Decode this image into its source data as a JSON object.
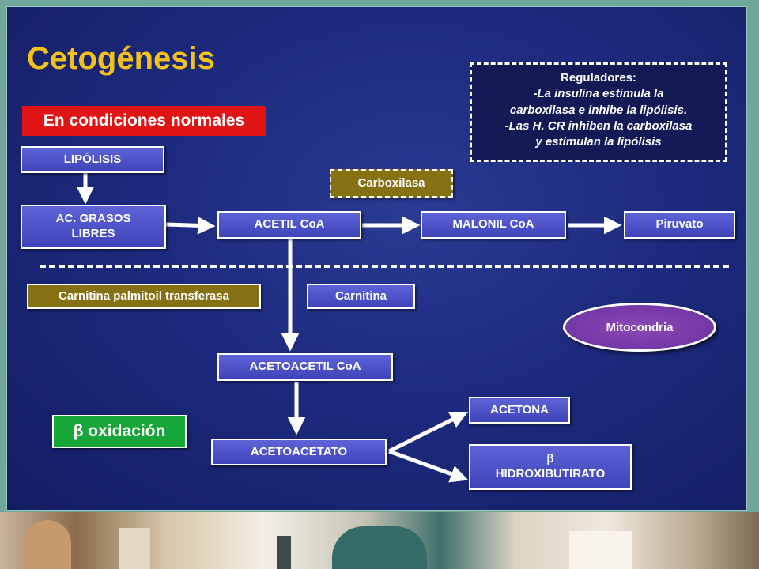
{
  "title": "Cetogénesis",
  "condition_label": "En condiciones normales",
  "regulators": {
    "heading": "Reguladores:",
    "line1": "-La insulina estimula la",
    "line2": "carboxilasa e inhibe la lipólisis.",
    "line3": "-Las H. CR inhiben la carboxilasa",
    "line4": "y estimulan la lipólisis"
  },
  "nodes": {
    "lipolisis": "LIPÓLISIS",
    "ac_grasos_1": "AC. GRASOS",
    "ac_grasos_2": "LIBRES",
    "acetil_coa": "ACETIL CoA",
    "malonil_coa": "MALONIL CoA",
    "piruvato": "Piruvato",
    "carboxilasa": "Carboxilasa",
    "cpt": "Carnitina palmitoil transferasa",
    "carnitina": "Carnitina",
    "mitocondria": "Mitocondria",
    "acetoacetil_coa": "ACETOACETIL CoA",
    "beta_oxidacion": "β oxidación",
    "acetoacetato": "ACETOACETATO",
    "acetona": "ACETONA",
    "hidroxi_beta": "β",
    "hidroxi_label": "HIDROXIBUTIRATO"
  },
  "colors": {
    "title": "#f2c21b",
    "node_blue": "#4a4fc8",
    "enzyme_olive": "#857113",
    "condition_red": "#e01414",
    "beta_green": "#17a63a",
    "mitochondria_purple": "#7a3aab"
  }
}
